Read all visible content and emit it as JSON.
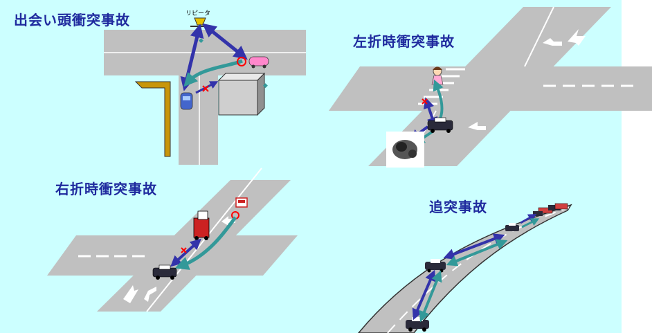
{
  "scenes": {
    "crossing": {
      "title": "出会い頭衝突事故",
      "repeater_label": "リピータ"
    },
    "left_turn": {
      "title": "左折時衝突事故"
    },
    "right_turn": {
      "title": "右折時衝突事故"
    },
    "rear_end": {
      "title": "追突事故"
    }
  },
  "colors": {
    "background": "#ccffff",
    "road": "#c0c0c0",
    "title": "#1f2a9e",
    "arrow_blue": "#3333aa",
    "arrow_teal": "#339999",
    "hazard_mark": "#ff0000"
  }
}
